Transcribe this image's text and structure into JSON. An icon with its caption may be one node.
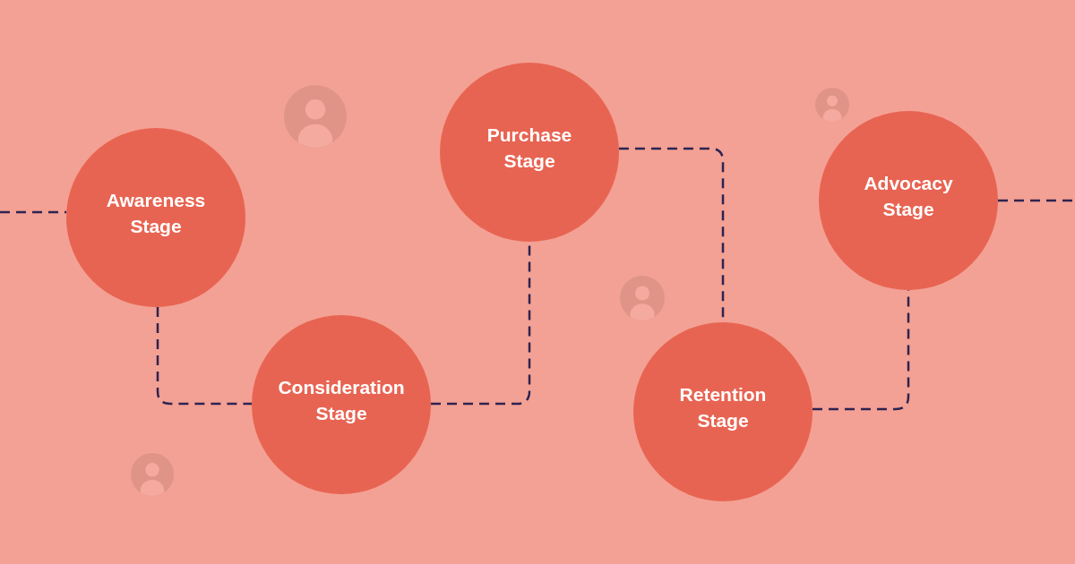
{
  "diagram": {
    "nodes": [
      {
        "text": [
          "Awareness Stage"
        ]
      },
      {
        "text": [
          "Consideration Stage"
        ]
      },
      {
        "text": [
          "Purchase Stage"
        ]
      },
      {
        "text": [
          "Retention Stage"
        ]
      },
      {
        "text": [
          "Advocacy Stage"
        ]
      }
    ],
    "edges": [
      {
        "from": null,
        "to": 0,
        "arrow": "none",
        "style": "dashed"
      },
      {
        "from": 0,
        "to": 1,
        "arrow": "none",
        "style": "dashed"
      },
      {
        "from": 1,
        "to": 2,
        "arrow": "none",
        "style": "dashed"
      },
      {
        "from": 2,
        "to": 3,
        "arrow": "none",
        "style": "dashed"
      },
      {
        "from": 3,
        "to": 4,
        "arrow": "none",
        "style": "dashed"
      },
      {
        "from": 4,
        "to": null,
        "arrow": "none",
        "style": "dashed"
      }
    ]
  }
}
